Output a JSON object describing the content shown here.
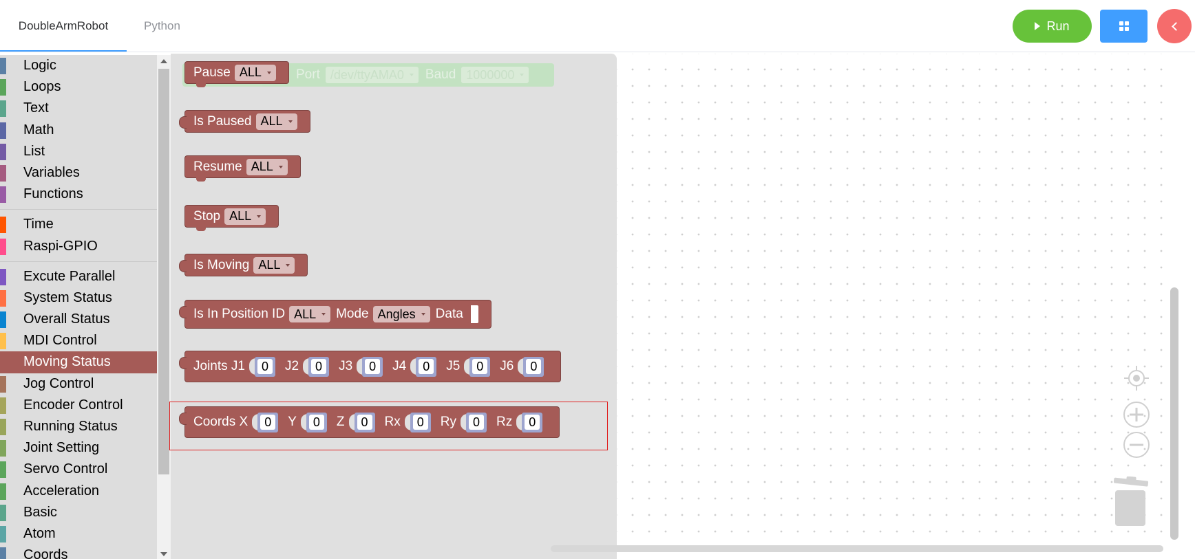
{
  "header": {
    "tabs": [
      "DoubleArmRobot",
      "Python"
    ],
    "run_label": "Run",
    "colors": {
      "run": "#67c23a",
      "grid": "#409eff",
      "back": "#f56c6c",
      "active_tab_underline": "#409eff"
    },
    "icons": {
      "run": "play-icon",
      "grid": "grid-icon",
      "back": "chevron-left-icon"
    }
  },
  "toolbox": {
    "group1": [
      {
        "label": "Logic",
        "color": "#5b80a5"
      },
      {
        "label": "Loops",
        "color": "#5ba55b"
      },
      {
        "label": "Text",
        "color": "#5ba58c"
      },
      {
        "label": "Math",
        "color": "#5b67a5"
      },
      {
        "label": "List",
        "color": "#745ba5"
      },
      {
        "label": "Variables",
        "color": "#a55b80"
      },
      {
        "label": "Functions",
        "color": "#995ba5"
      }
    ],
    "group2": [
      {
        "label": "Time",
        "color": "#ff5500"
      },
      {
        "label": "Raspi-GPIO",
        "color": "#ff4d8c"
      }
    ],
    "group3": [
      {
        "label": "Excute Parallel",
        "color": "#7e57c2"
      },
      {
        "label": "System Status",
        "color": "#ff7043"
      },
      {
        "label": "Overall Status",
        "color": "#0a84d0"
      },
      {
        "label": "MDI Control",
        "color": "#ffc04c"
      },
      {
        "label": "Moving Status",
        "color": "#a55b57",
        "selected": true
      },
      {
        "label": "Jog Control",
        "color": "#a5745b"
      },
      {
        "label": "Encoder Control",
        "color": "#a5a55b"
      },
      {
        "label": "Running Status",
        "color": "#99a55b"
      },
      {
        "label": "Joint Setting",
        "color": "#80a55b"
      },
      {
        "label": "Servo Control",
        "color": "#5ba55b"
      },
      {
        "label": "Acceleration",
        "color": "#5ba55b"
      },
      {
        "label": "Basic",
        "color": "#5ba58c"
      },
      {
        "label": "Atom",
        "color": "#5ba5a5"
      },
      {
        "label": "Coords",
        "color": "#5b80a5"
      }
    ]
  },
  "flyout": {
    "ghost": {
      "port_label": "Port",
      "port_value": "/dev/ttyAMA0",
      "baud_label": "Baud",
      "baud_value": "1000000"
    },
    "blocks": [
      {
        "label": "Pause",
        "dropdown": "ALL"
      },
      {
        "label": "Is Paused",
        "dropdown": "ALL"
      },
      {
        "label": "Resume",
        "dropdown": "ALL"
      },
      {
        "label": "Stop",
        "dropdown": "ALL"
      },
      {
        "label": "Is Moving",
        "dropdown": "ALL"
      },
      {
        "label": "Is In Position ID",
        "dropdown": "ALL",
        "mode_label": "Mode",
        "mode_value": "Angles",
        "data_label": "Data"
      },
      {
        "fields": [
          {
            "label": "Joints J1",
            "value": "0"
          },
          {
            "label": "J2",
            "value": "0"
          },
          {
            "label": "J3",
            "value": "0"
          },
          {
            "label": "J4",
            "value": "0"
          },
          {
            "label": "J5",
            "value": "0"
          },
          {
            "label": "J6",
            "value": "0"
          }
        ]
      },
      {
        "fields": [
          {
            "label": "Coords X",
            "value": "0"
          },
          {
            "label": "Y",
            "value": "0"
          },
          {
            "label": "Z",
            "value": "0"
          },
          {
            "label": "Rx",
            "value": "0"
          },
          {
            "label": "Ry",
            "value": "0"
          },
          {
            "label": "Rz",
            "value": "0"
          }
        ]
      }
    ],
    "block_color": "#a55b57",
    "number_slot_color": "#9ea5cf",
    "highlight_color": "#e02020"
  },
  "workspace": {
    "controls": [
      "target-icon",
      "zoom-in-icon",
      "zoom-out-icon",
      "trash-icon"
    ]
  }
}
